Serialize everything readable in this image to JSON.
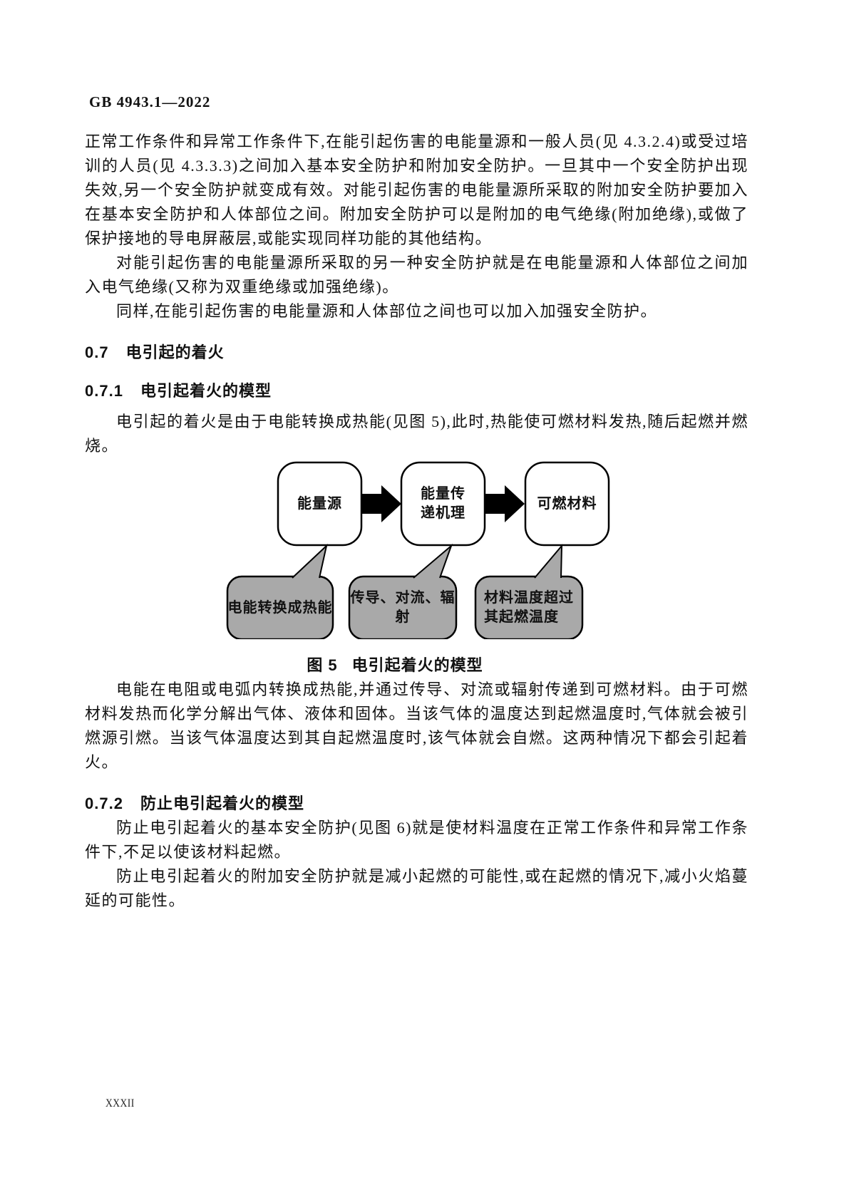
{
  "header": {
    "doc_number": "GB 4943.1—2022"
  },
  "body": {
    "p_intro_continued": "正常工作条件和异常工作条件下,在能引起伤害的电能量源和一般人员(见 4.3.2.4)或受过培训的人员(见 4.3.3.3)之间加入基本安全防护和附加安全防护。一旦其中一个安全防护出现失效,另一个安全防护就变成有效。对能引起伤害的电能量源所采取的附加安全防护要加入在基本安全防护和人体部位之间。附加安全防护可以是附加的电气绝缘(附加绝缘),或做了保护接地的导电屏蔽层,或能实现同样功能的其他结构。",
    "p_another_safeguard": "对能引起伤害的电能量源所采取的另一种安全防护就是在电能量源和人体部位之间加入电气绝缘(又称为双重绝缘或加强绝缘)。",
    "p_same": "同样,在能引起伤害的电能量源和人体部位之间也可以加入加强安全防护。",
    "h_0_7": {
      "number": "0.7",
      "title": "电引起的着火"
    },
    "h_0_7_1": {
      "number": "0.7.1",
      "title": "电引起着火的模型"
    },
    "p_model_intro": "电引起的着火是由于电能转换成热能(见图 5),此时,热能使可燃材料发热,随后起燃并燃烧。",
    "p_after_figure": "电能在电阻或电弧内转换成热能,并通过传导、对流或辐射传递到可燃材料。由于可燃材料发热而化学分解出气体、液体和固体。当该气体的温度达到起燃温度时,气体就会被引燃源引燃。当该气体温度达到其自起燃温度时,该气体就会自燃。这两种情况下都会引起着火。",
    "h_0_7_2": {
      "number": "0.7.2",
      "title": "防止电引起着火的模型"
    },
    "p_prevent_basic": "防止电引起着火的基本安全防护(见图 6)就是使材料温度在正常工作条件和异常工作条件下,不足以使该材料起燃。",
    "p_prevent_supplementary": "防止电引起着火的附加安全防护就是减小起燃的可能性,或在起燃的情况下,减小火焰蔓延的可能性。"
  },
  "figure5": {
    "caption_number": "图 5",
    "caption_title": "电引起着火的模型",
    "boxes": [
      {
        "label": "能量源"
      },
      {
        "label": "能量传\n递机理"
      },
      {
        "label": "可燃材料"
      }
    ],
    "callouts": [
      {
        "label": "电能转换成热能"
      },
      {
        "label": "传导、对流、辐射"
      },
      {
        "label": "材料温度超过\n其起燃温度"
      }
    ]
  },
  "footer": {
    "page_number": "XXXII"
  },
  "colors": {
    "callout_fill": "#a9a9a9",
    "box_fill": "#ffffff",
    "line": "#000000",
    "page_bg": "#ffffff"
  }
}
